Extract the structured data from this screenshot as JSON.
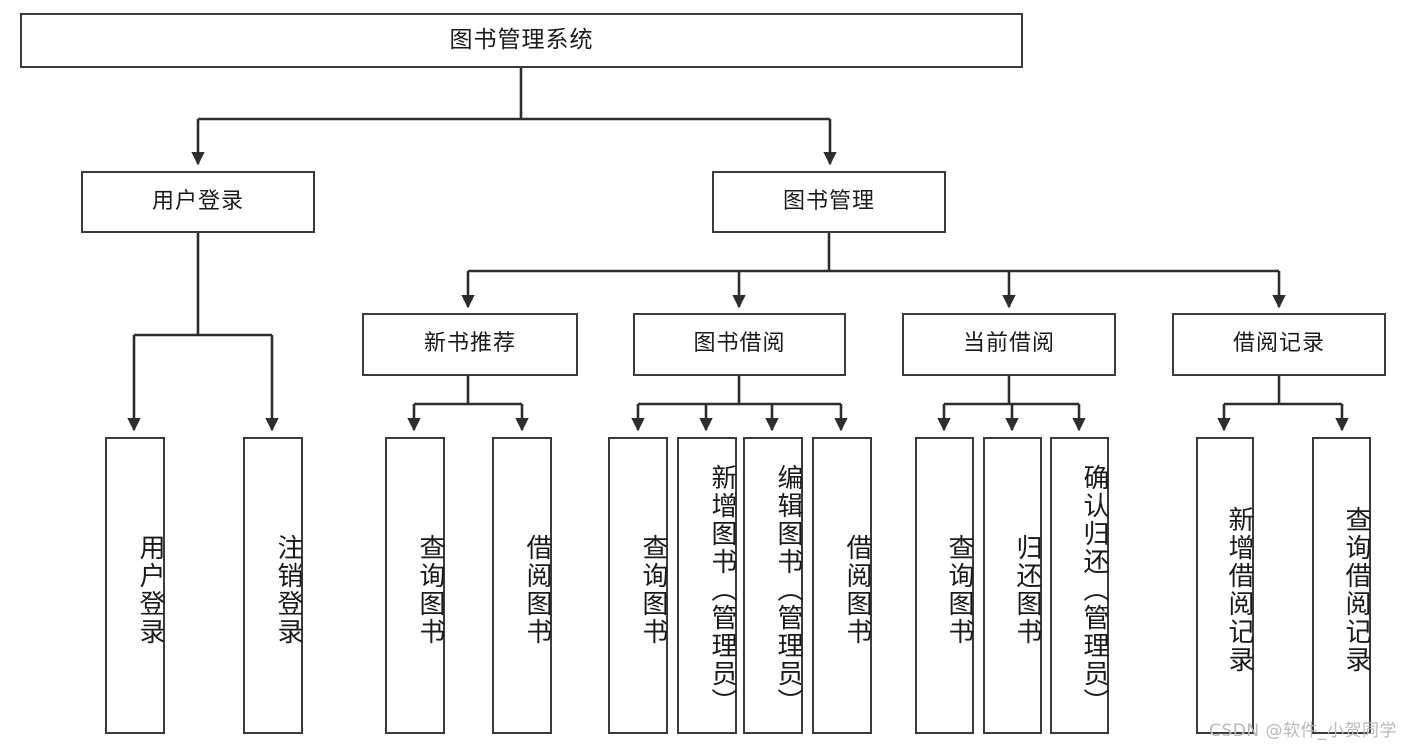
{
  "diagram": {
    "title": "图书管理系统",
    "type": "tree",
    "colors": {
      "box_border": "#3b3b3b",
      "box_fill": "#ffffff",
      "connector": "#2d2d2d",
      "text": "#1a1a1a",
      "watermark": "#b9b9b9",
      "background": "#ffffff"
    },
    "root": {
      "label": "图书管理系统"
    },
    "level2": [
      {
        "id": "login",
        "label": "用户登录"
      },
      {
        "id": "bookmgmt",
        "label": "图书管理"
      }
    ],
    "level3": [
      {
        "id": "newbook",
        "label": "新书推荐",
        "parent": "bookmgmt"
      },
      {
        "id": "borrow",
        "label": "图书借阅",
        "parent": "bookmgmt"
      },
      {
        "id": "current",
        "label": "当前借阅",
        "parent": "bookmgmt"
      },
      {
        "id": "record",
        "label": "借阅记录",
        "parent": "bookmgmt"
      }
    ],
    "leaves": {
      "login": [
        {
          "label": "用户登录"
        },
        {
          "label": "注销登录"
        }
      ],
      "newbook": [
        {
          "label": "查询图书"
        },
        {
          "label": "借阅图书"
        }
      ],
      "borrow": [
        {
          "label": "查询图书"
        },
        {
          "label": "新增图书（管理员）"
        },
        {
          "label": "编辑图书（管理员）"
        },
        {
          "label": "借阅图书"
        }
      ],
      "current": [
        {
          "label": "查询图书"
        },
        {
          "label": "归还图书"
        },
        {
          "label": "确认归还（管理员）"
        }
      ],
      "record": [
        {
          "label": "新增借阅记录"
        },
        {
          "label": "查询借阅记录"
        }
      ]
    },
    "watermark": "CSDN @软件_小贺同学"
  }
}
